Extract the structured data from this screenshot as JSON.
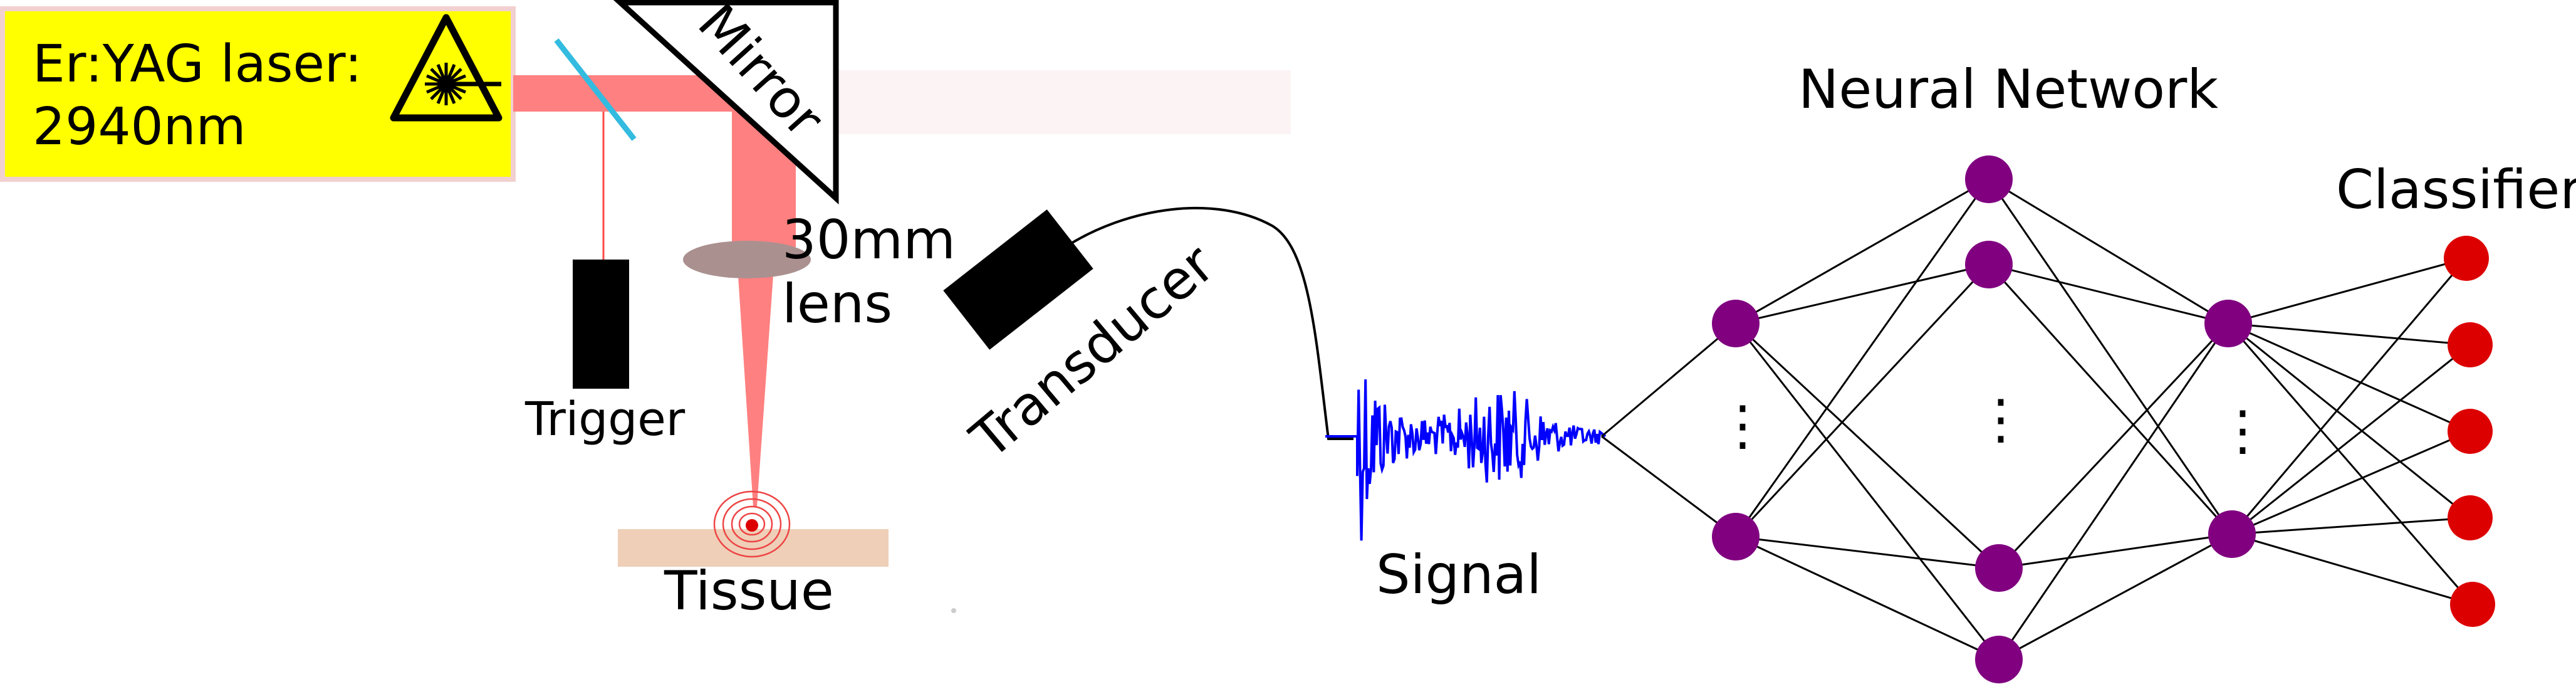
{
  "laser": {
    "line1": "Er:YAG laser:",
    "line2": "2940nm",
    "box_color": "#ffff00",
    "warning_icon": "laser-warning-icon"
  },
  "mirror": {
    "label": "Mirror"
  },
  "lens": {
    "label_line1": "30mm",
    "label_line2": "lens"
  },
  "trigger": {
    "label": "Trigger"
  },
  "tissue": {
    "label": "Tissue",
    "color": "#efcfb8"
  },
  "transducer": {
    "label": "Transducer"
  },
  "signal": {
    "label": "Signal",
    "color": "#0000ff"
  },
  "network": {
    "title": "Neural Network",
    "node_color": "#800080"
  },
  "classifier": {
    "title": "Classifier",
    "node_color": "#dd0000"
  },
  "ellipsis": "⋮",
  "colors": {
    "beam": "#ff8080",
    "splitter": "#33bbe0"
  }
}
